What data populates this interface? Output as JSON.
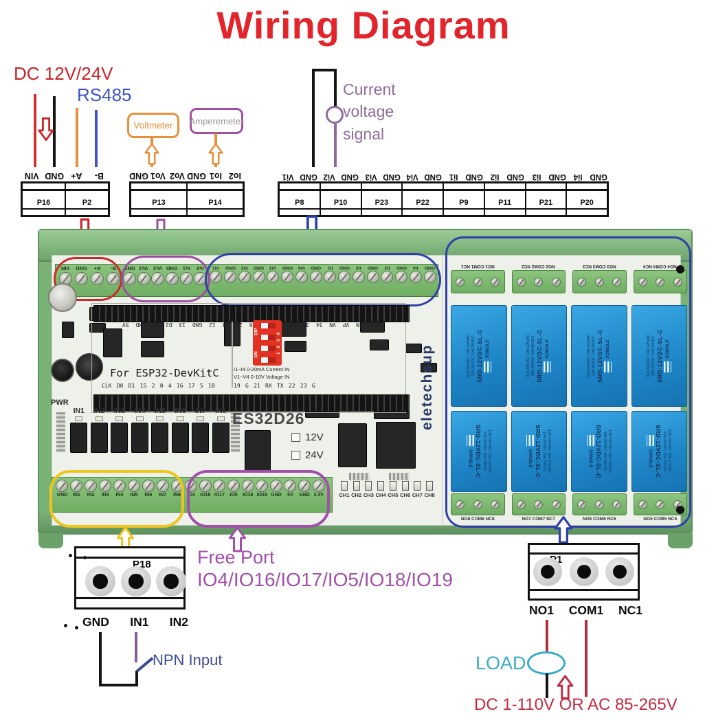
{
  "title": "Wiring Diagram",
  "colors": {
    "title_red": "#e3242b",
    "dc_red": "#cc2127",
    "rs485_blue": "#3d52c4",
    "orange": "#e89038",
    "purple": "#9b4f9e",
    "signal_purple": "#8f6b9b",
    "outline_blue": "#2f3fa8",
    "outline_yellow": "#eec51c",
    "free_port_purple": "#a050a8",
    "npn_navy": "#3c4a94",
    "load_cyan": "#3aabc8",
    "load_red": "#c5293e",
    "board_green": "#79b177",
    "terminal_green": "#7fbe72",
    "relay_blue": "#2a9ade"
  },
  "annotations": {
    "power": "DC 12V/24V",
    "rs485": "RS485",
    "voltmeter": "Voltmeter",
    "amperemeter": "Amperemeter",
    "signal_line1": "Current",
    "signal_line2": "voltage",
    "signal_line3": "signal",
    "free_port_line1": "Free Port",
    "free_port_line2": "IO4/IO16/IO17/IO5/IO18/IO19",
    "npn_input": "NPN Input",
    "load": "LOAD",
    "load_voltage": "DC 1-110V OR AC 85-265V"
  },
  "strips": [
    {
      "pins": [
        "VIN",
        "GND",
        "A+",
        "B-"
      ],
      "ports": [
        "P16",
        "P2"
      ]
    },
    {
      "pins": [
        "GND",
        "Vo1",
        "Vo2",
        "GND",
        "Io1",
        "Io2"
      ],
      "ports": [
        "P13",
        "P14"
      ]
    },
    {
      "pins": [
        "Vi1",
        "GND",
        "Vi2",
        "GND",
        "Vi3",
        "GND",
        "Vi4",
        "GND",
        "Ii1",
        "GND",
        "Ii2",
        "GND",
        "Ii3",
        "GND",
        "Ii4",
        "GND"
      ],
      "ports": [
        "P8",
        "P10",
        "P23",
        "P22",
        "P9",
        "P11",
        "P21",
        "P20"
      ]
    }
  ],
  "board": {
    "pwr": "PWR",
    "esp32_label": "For ESP32-DevKitC",
    "pin_row_top": "3V3 EN VP VN 34 35 32 33 25 26 27 14 12 GND 13 D2 D3 CMD 5V",
    "pin_row_left": "CLK D0 D1 15 2 0 4 16 17 5 18",
    "pin_row_right": "19 G 21 RX TX 22 23 G",
    "dip_on": "ON",
    "dip_label": "DIP",
    "dip_numbers": "1 2 3 4",
    "note1": "I1~I4 0-20mA Current IN",
    "note2": "V1~V4 0-10V Voltage IN",
    "model": "ES32D26",
    "brand": "eletechsup",
    "voltage_options": [
      "12V",
      "24V"
    ],
    "in_labels": [
      "IN1",
      "IN2",
      "IN3",
      "IN4",
      "IN5",
      "IN6",
      "IN7",
      "IN8"
    ],
    "ch_labels": [
      "CH1",
      "CH2",
      "CH3",
      "CH4",
      "CH5",
      "CH6",
      "CH7",
      "CH8"
    ],
    "bottom_group1": [
      "GND",
      "IN1",
      "IN2",
      "IN3",
      "IN4",
      "IN5",
      "IN6",
      "IN7",
      "IN8"
    ],
    "bottom_group2": [
      "IO4",
      "IO16",
      "IO17",
      "IO5",
      "IO18",
      "IO19",
      "GND",
      "5V",
      "GND",
      "3.3V"
    ]
  },
  "relay": {
    "brand": "SONGLE",
    "model": "SRD-12VDC-SL-C",
    "rating1": "10A 250VAC 10A 125VAC",
    "rating2": "10A 30VDC  10A 28VDC",
    "top_blocks": [
      "NO1 COM1 NC1",
      "NO2 COM2 NC2",
      "NO3 COM3 NC3",
      "NO4 COM4 NC4"
    ],
    "bottom_blocks": [
      "NO8 COM8 NC8",
      "NO7 COM7 NC7",
      "NO6 COM6 NC6",
      "NO5 COM5 NC5"
    ]
  },
  "p18": {
    "label": "P18",
    "pins": [
      "GND",
      "IN1",
      "IN2"
    ]
  },
  "p1": {
    "label": "P1",
    "pins": [
      "NO1",
      "COM1",
      "NC1"
    ]
  }
}
